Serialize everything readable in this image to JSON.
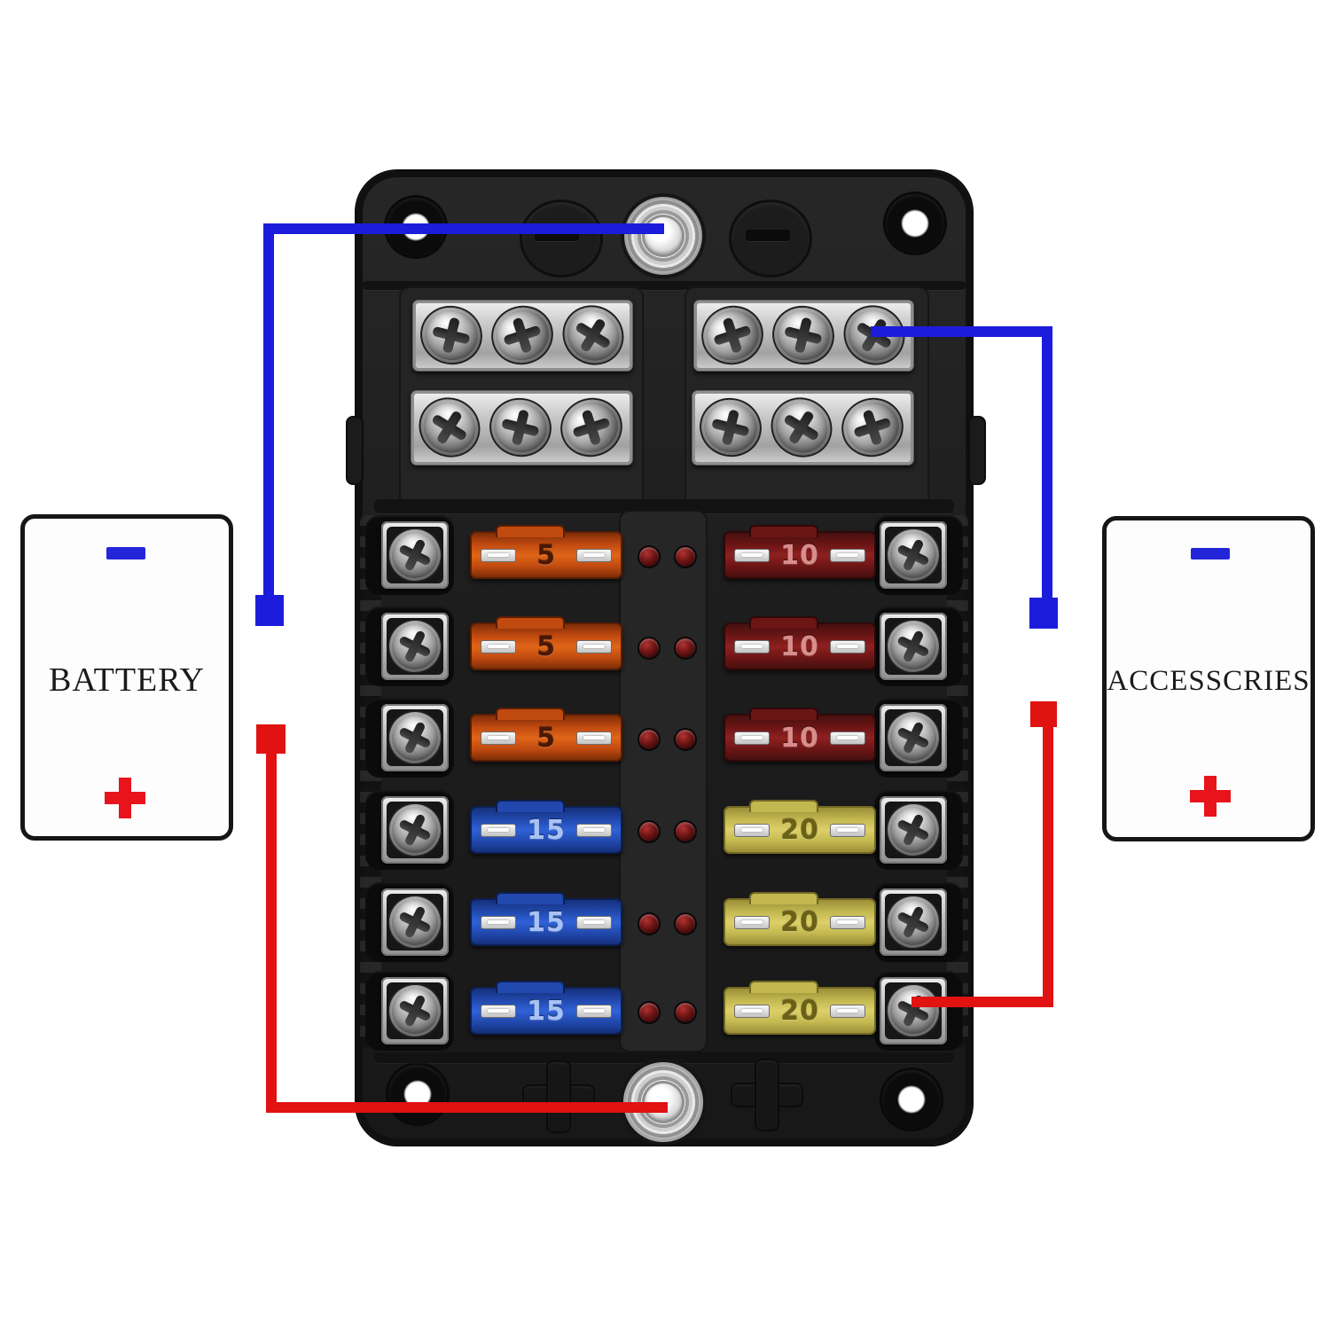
{
  "battery": {
    "label": "BATTERY"
  },
  "accessories": {
    "label": "ACCESSCRIES"
  },
  "fuse_block": {
    "rows": [
      {
        "left": {
          "amp": "5",
          "color": "orange"
        },
        "right": {
          "amp": "10",
          "color": "red"
        }
      },
      {
        "left": {
          "amp": "5",
          "color": "orange"
        },
        "right": {
          "amp": "10",
          "color": "red"
        }
      },
      {
        "left": {
          "amp": "5",
          "color": "orange"
        },
        "right": {
          "amp": "10",
          "color": "red"
        }
      },
      {
        "left": {
          "amp": "15",
          "color": "blue"
        },
        "right": {
          "amp": "20",
          "color": "yellow"
        }
      },
      {
        "left": {
          "amp": "15",
          "color": "blue"
        },
        "right": {
          "amp": "20",
          "color": "yellow"
        }
      },
      {
        "left": {
          "amp": "15",
          "color": "blue"
        },
        "right": {
          "amp": "20",
          "color": "yellow"
        }
      }
    ]
  },
  "colors": {
    "wire_blue": "#1c1cdc",
    "wire_red": "#e01212",
    "minus_blue": "#2326d8",
    "plus_red": "#e8131b",
    "fuse_orange": "#c04a10",
    "fuse_red": "#6b1515",
    "fuse_blue": "#2148ac",
    "fuse_yellow": "#c3b750",
    "led_red": "#6b1414"
  }
}
